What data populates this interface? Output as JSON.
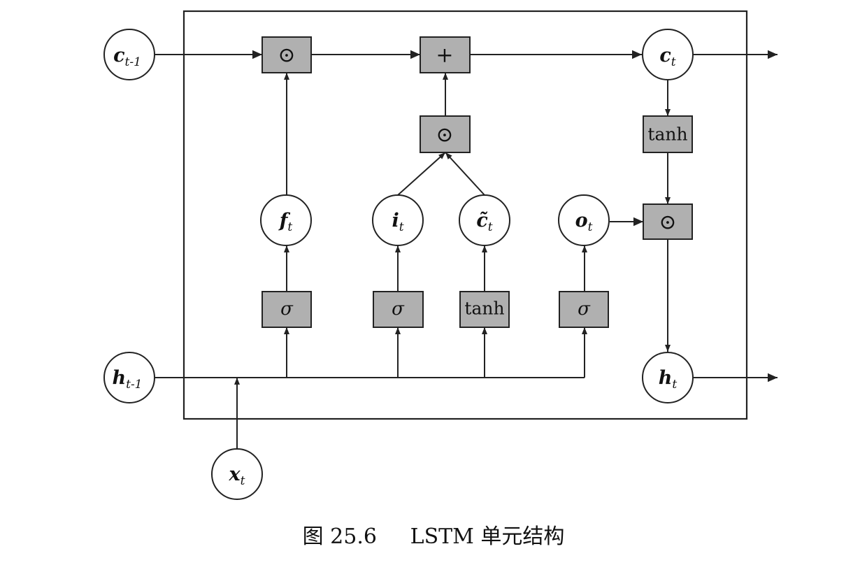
{
  "nodes": {
    "c_prev": {
      "main": "c",
      "sub": "t-1"
    },
    "h_prev": {
      "main": "h",
      "sub": "t-1"
    },
    "x_t": {
      "main": "x",
      "sub": "t"
    },
    "f_t": {
      "main": "f",
      "sub": "t"
    },
    "i_t": {
      "main": "i",
      "sub": "t"
    },
    "c_tilde": {
      "main": "c̃",
      "sub": "t"
    },
    "o_t": {
      "main": "o",
      "sub": "t"
    },
    "c_t": {
      "main": "c",
      "sub": "t"
    },
    "h_t": {
      "main": "h",
      "sub": "t"
    }
  },
  "ops": {
    "forget_mul": "⊙",
    "add": "+",
    "input_mul": "⊙",
    "output_mul": "⊙",
    "tanh_out": "tanh",
    "sigma_f": "σ",
    "sigma_i": "σ",
    "tanh_c": "tanh",
    "sigma_o": "σ"
  },
  "caption": {
    "label": "图 25.6",
    "text": "LSTM 单元结构"
  }
}
